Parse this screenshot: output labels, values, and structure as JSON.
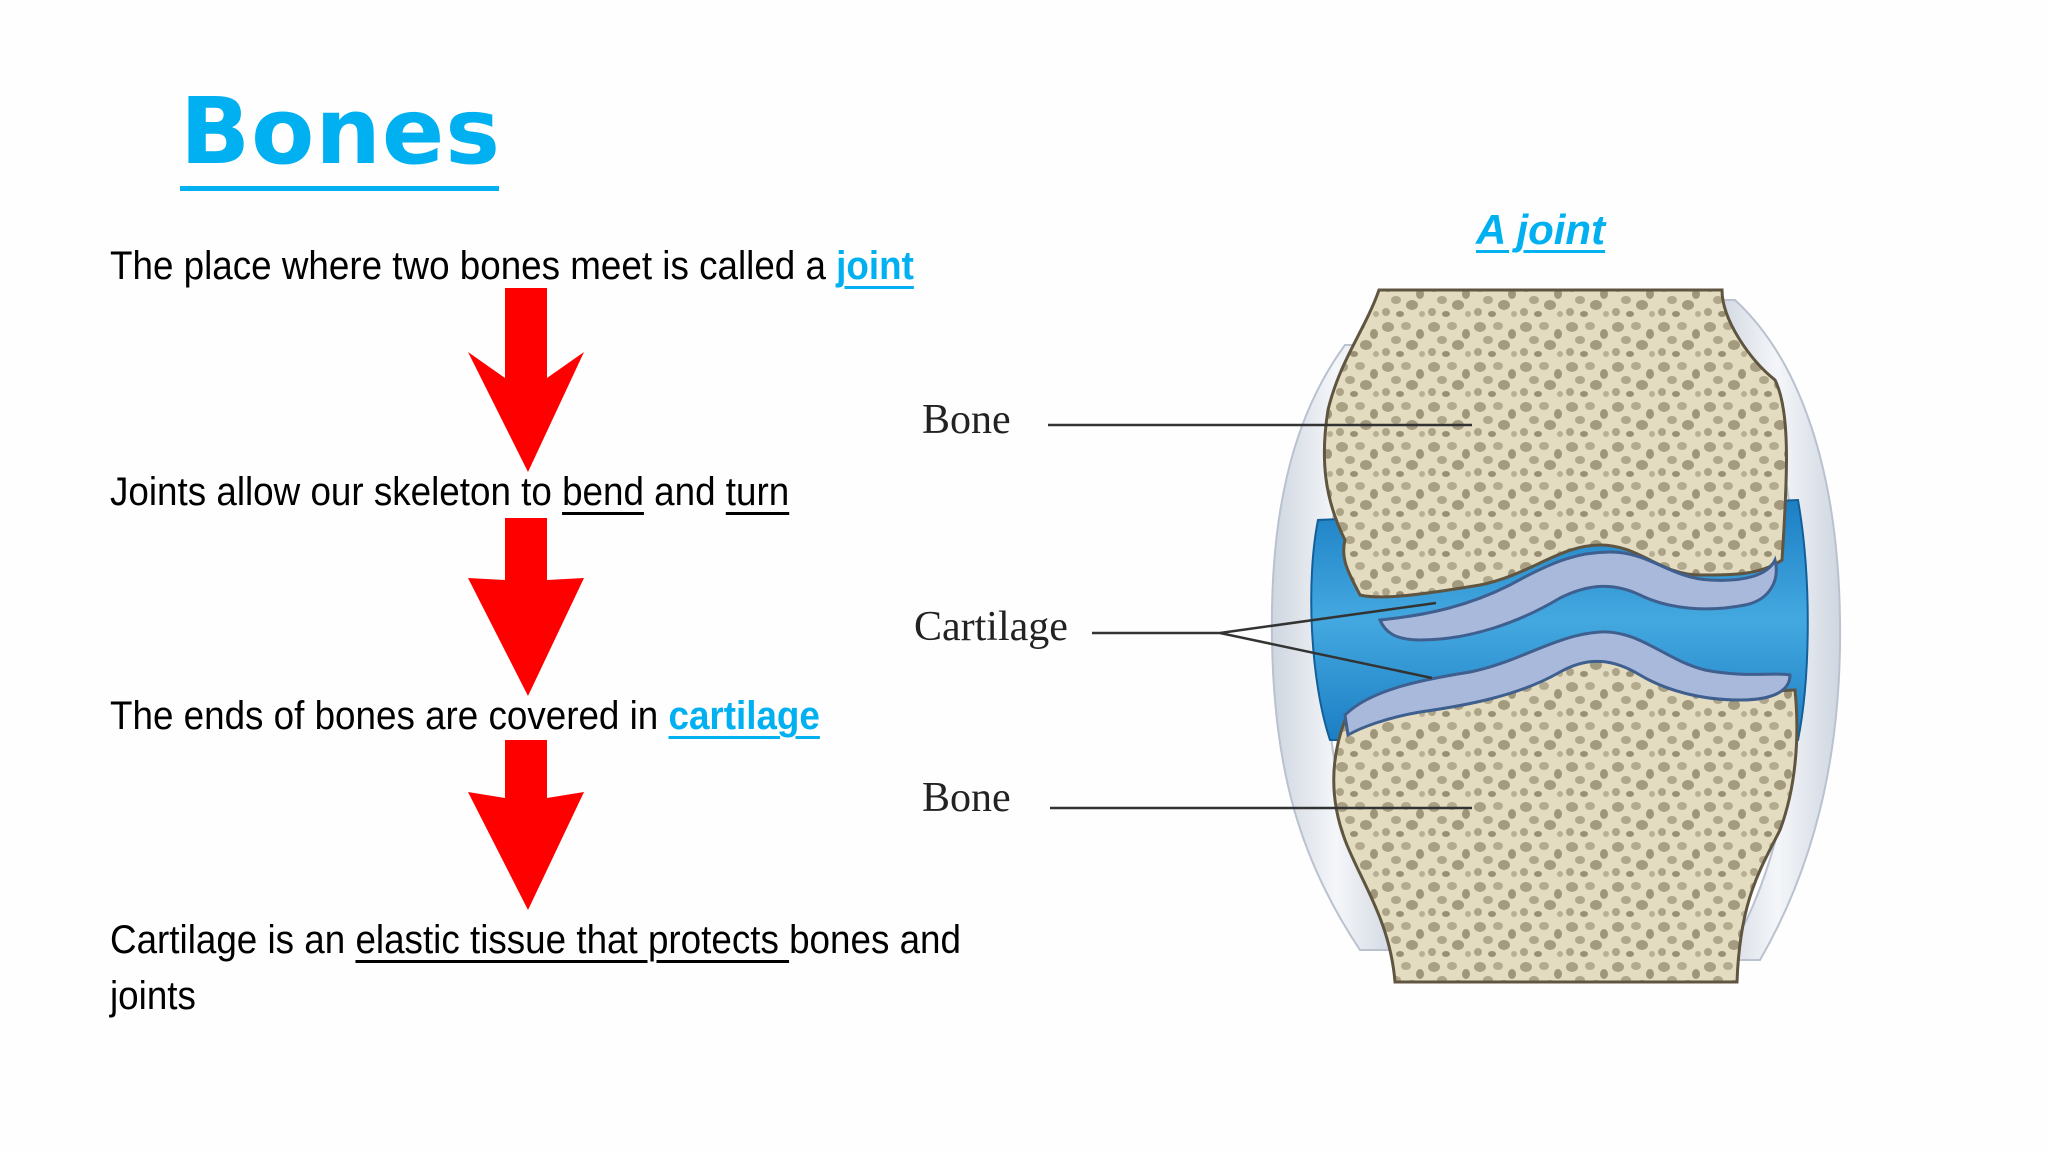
{
  "slide": {
    "title": "Bones",
    "background": "#fefefe",
    "accent_color": "#00b0f0",
    "arrow_color": "#ff0000"
  },
  "statements": [
    {
      "prefix": "The place where two bones meet is called a ",
      "keyword": "joint",
      "keyword_style": "link-blue-bold"
    },
    {
      "prefix": "Joints allow our skeleton to ",
      "underlined_1": "bend",
      "middle": " and ",
      "underlined_2": "turn"
    },
    {
      "prefix": "The ends of bones are covered in ",
      "keyword": "cartilage",
      "keyword_style": "link-blue-bold"
    },
    {
      "prefix": "Cartilage is an ",
      "underlined": "elastic tissue that protects ",
      "suffix": "bones and",
      "line2": "joints"
    }
  ],
  "arrows": [
    {
      "icon": "down-arrow-icon",
      "from": "statement-1",
      "to": "statement-2"
    },
    {
      "icon": "down-arrow-icon",
      "from": "statement-2",
      "to": "statement-3"
    },
    {
      "icon": "down-arrow-icon",
      "from": "statement-3",
      "to": "statement-4"
    }
  ],
  "diagram": {
    "caption": "A joint",
    "labels": {
      "upper_bone": "Bone",
      "cartilage": "Cartilage",
      "lower_bone": "Bone"
    },
    "colors": {
      "bone": "#e6dfc4",
      "bone_pores": "#a79e82",
      "cartilage": "#a9b9dc",
      "synovial_fluid": "#2b90cf",
      "capsule": "#e8ecf2"
    }
  }
}
